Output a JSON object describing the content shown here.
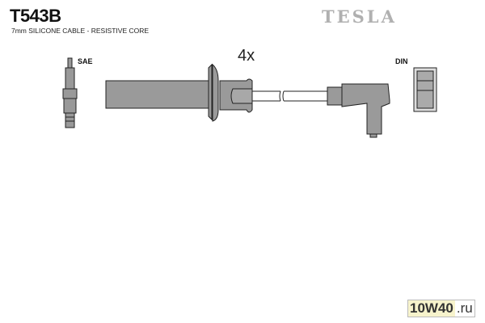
{
  "header": {
    "part_number": "T543B",
    "description": "7mm SILICONE CABLE - RESISTIVE CORE",
    "brand": "TESLA"
  },
  "diagram": {
    "left_label": "SAE",
    "right_label": "DIN",
    "quantity": "4x"
  },
  "watermark": {
    "main": "10W40",
    "suffix": ".ru"
  }
}
